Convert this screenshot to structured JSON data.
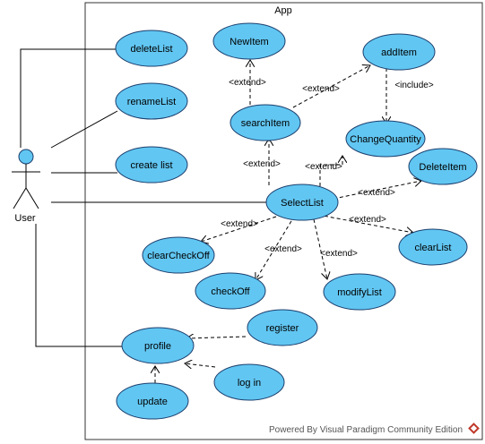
{
  "system": {
    "name": "App"
  },
  "actor": {
    "name": "User"
  },
  "use_cases": {
    "deleteList": "deleteList",
    "renameList": "renameList",
    "createList": "create list",
    "newItem": "NewItem",
    "addItem": "addItem",
    "searchItem": "searchItem",
    "changeQuantity": "ChangeQuantity",
    "deleteItem": "DeleteItem",
    "selectList": "SelectList",
    "clearCheckOff": "clearCheckOff",
    "clearList": "clearList",
    "checkOff": "checkOff",
    "modifyList": "modifyList",
    "profile": "profile",
    "register": "register",
    "login": "log in",
    "update": "update"
  },
  "stereotypes": {
    "extend": "<extend>",
    "include": "<include>"
  },
  "watermark": "Powered By  Visual Paradigm  Community Edition",
  "colors": {
    "usecase_fill": "#61c6f2",
    "usecase_stroke": "#1c3f6e",
    "actor_fill": "#61c6f2",
    "line": "#000000"
  }
}
